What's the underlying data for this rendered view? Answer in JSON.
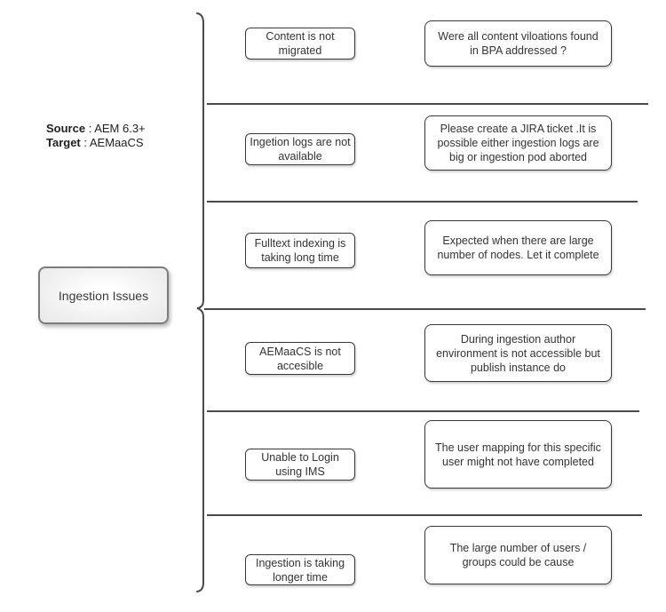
{
  "meta": {
    "source_label": "Source",
    "source_value": " : AEM 6.3+",
    "target_label": "Target",
    "target_value": " : AEMaaCS"
  },
  "root": {
    "label": "Ingestion Issues"
  },
  "rows": [
    {
      "issue": "Content is not migrated",
      "resolution": "Were all content viloations found in BPA addressed ?"
    },
    {
      "issue": "Ingetion logs are not available",
      "resolution": "Please create a JIRA ticket .It is possible either ingestion logs are big or ingestion pod aborted"
    },
    {
      "issue": "Fulltext  indexing is taking long time",
      "resolution": "Expected when there are large number of nodes. Let it complete"
    },
    {
      "issue": "AEMaaCS is not accesible",
      "resolution": "During ingestion author environment is not accessible but publish instance do"
    },
    {
      "issue": "Unable to Login using IMS",
      "resolution": "The user mapping for this specific user might not have completed"
    },
    {
      "issue": "Ingestion is taking longer time",
      "resolution": "The large number of users / groups could be cause"
    }
  ],
  "colors": {
    "line": "#4a4a4a",
    "box_border": "#383838",
    "root_border": "#7c7c7c",
    "text": "#333333"
  }
}
